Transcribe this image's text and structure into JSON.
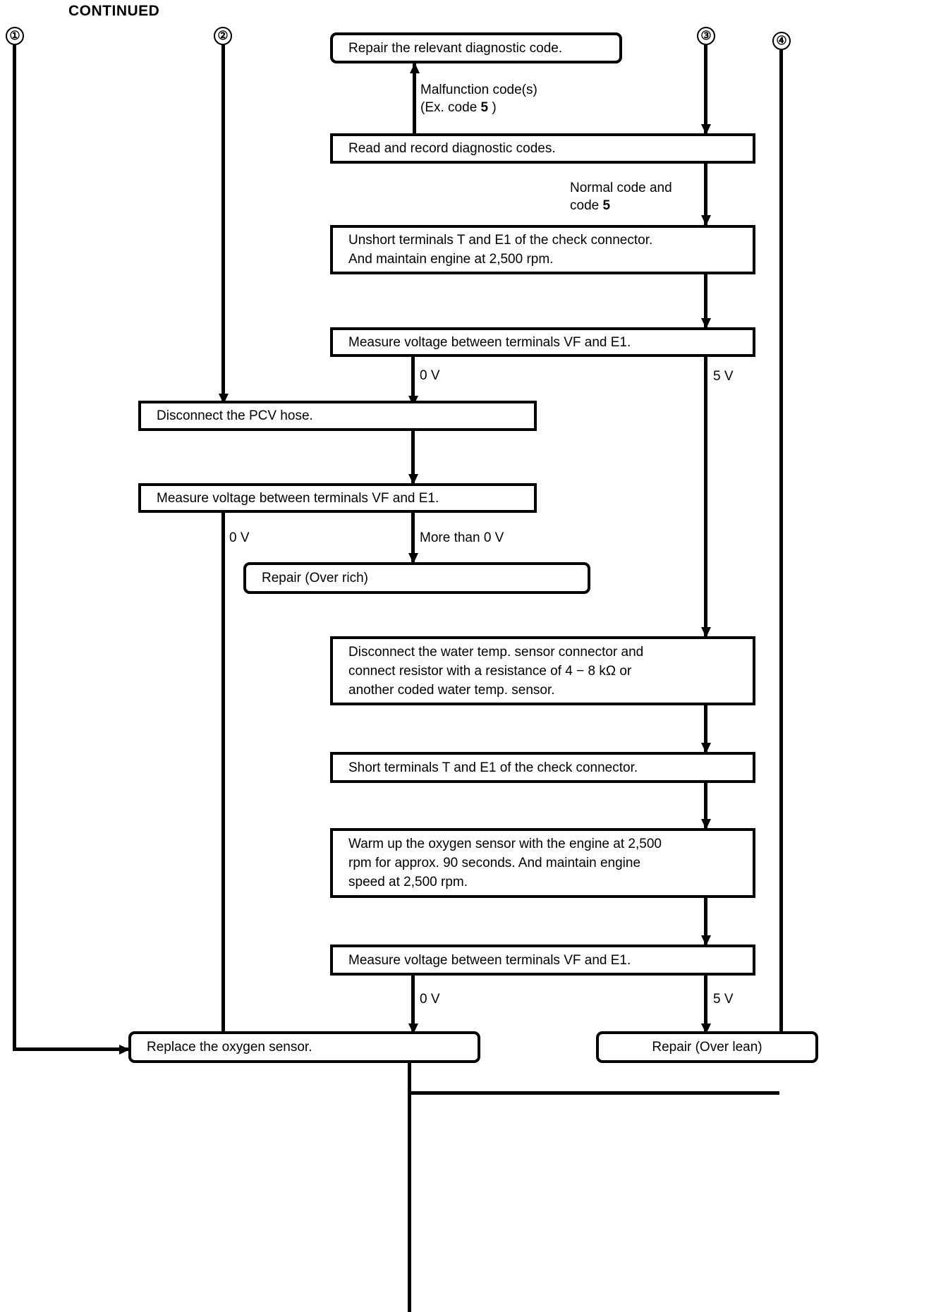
{
  "page": {
    "header": "CONTINUED",
    "domain_title": "Oxygen sensor diagnostic flowchart"
  },
  "connectors": [
    {
      "id": "1",
      "label": "①",
      "number": "1"
    },
    {
      "id": "2",
      "label": "②",
      "number": "2"
    },
    {
      "id": "3",
      "label": "③",
      "number": "3"
    },
    {
      "id": "4",
      "label": "④",
      "number": "4"
    }
  ],
  "boxes": {
    "repair_relevant": "Repair the relevant diagnostic code.",
    "read_record": "Read and record diagnostic codes.",
    "unshort": "Unshort terminals T and E1 of the check connector.\nAnd maintain engine at 2,500 rpm.",
    "measure1": "Measure voltage between terminals VF and E1.",
    "disconnect_pcv": "Disconnect the PCV hose.",
    "measure2": "Measure voltage between terminals VF and E1.",
    "repair_over_rich": "Repair (Over rich)",
    "disconnect_water_temp": "Disconnect the water temp. sensor connector and\nconnect resistor with a resistance of 4 − 8 kΩ or\nanother coded water temp. sensor.",
    "short_terminals": "Short terminals T and E1 of the check connector.",
    "warm_up": "Warm up the oxygen sensor with the engine at 2,500\nrpm for approx. 90 seconds.  And maintain engine\nspeed at 2,500 rpm.",
    "measure3": "Measure voltage between terminals VF and E1.",
    "replace_oxygen": "Replace the oxygen sensor.",
    "repair_over_lean": "Repair (Over lean)"
  },
  "edge_labels": {
    "malfunction": "Malfunction code(s)\n(Ex. code 5  )",
    "malfunction_line1": "Malfunction code(s)",
    "malfunction_line2a": "(Ex. code ",
    "malfunction_line2b": "5",
    "malfunction_line2c": " )",
    "normal_line1": "Normal code and",
    "normal_line2a": "code ",
    "normal_line2b": "5",
    "zero_v_a": "0 V",
    "five_v_a": "5 V",
    "zero_v_b": "0 V",
    "more_than_zero": "More than 0 V",
    "zero_v_c": "0 V",
    "five_v_b": "5 V"
  },
  "colors": {
    "ink": "#000000",
    "paper": "#ffffff"
  }
}
